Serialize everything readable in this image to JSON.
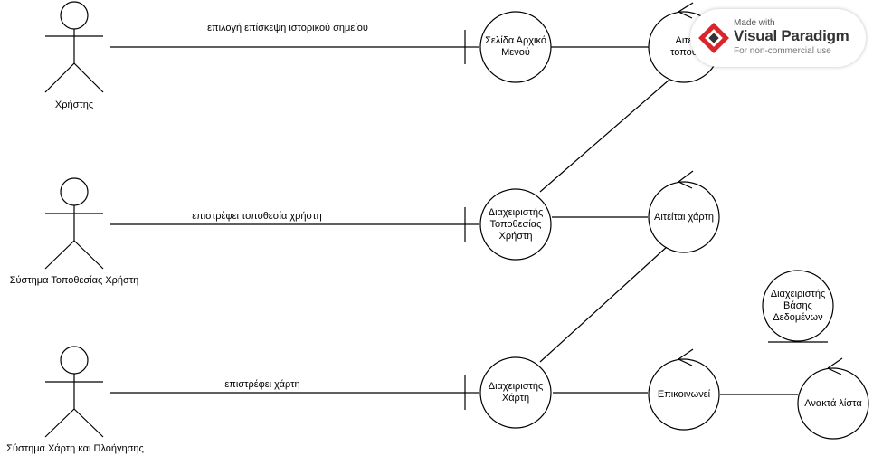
{
  "actors": [
    {
      "id": "user",
      "label": "Χρήστης"
    },
    {
      "id": "location_system",
      "label": "Σύστημα Τοποθεσίας Χρήστη"
    },
    {
      "id": "map_system",
      "label": "Σύστημα Χάρτη και Πλοήγησης"
    }
  ],
  "boundaries": [
    {
      "id": "main_menu",
      "lines": [
        "Σελίδα Αρχικό",
        "Μενού"
      ]
    },
    {
      "id": "location_manager",
      "lines": [
        "Διαχειριστής",
        "Τοποθεσίας",
        "Χρήστη"
      ]
    },
    {
      "id": "map_manager",
      "lines": [
        "Διαχειριστής",
        "Χάρτη"
      ]
    }
  ],
  "controls": [
    {
      "id": "request_location",
      "lines": [
        "Αιτε",
        "τοποθ"
      ]
    },
    {
      "id": "request_map",
      "lines": [
        "Αιτείται χάρτη"
      ]
    },
    {
      "id": "communicate",
      "lines": [
        "Επικοινωνεί"
      ]
    },
    {
      "id": "retrieve_list",
      "lines": [
        "Ανακτά λίστα"
      ]
    }
  ],
  "entities": [
    {
      "id": "db_manager",
      "lines": [
        "Διαχειριστής",
        "Βάσης",
        "Δεδομένων"
      ]
    }
  ],
  "messages": [
    {
      "id": "msg_select",
      "label": "επιλογή επίσκεψη ιστορικού σημείου"
    },
    {
      "id": "msg_location",
      "label": "επιστρέφει τοποθεσία χρήστη"
    },
    {
      "id": "msg_map",
      "label": "επιστρέφει χάρτη"
    }
  ],
  "watermark": {
    "made_with": "Made with",
    "brand": "Visual Paradigm",
    "sub": "For non-commercial use",
    "colors": {
      "red": "#d9262c",
      "dark": "#333333"
    }
  }
}
